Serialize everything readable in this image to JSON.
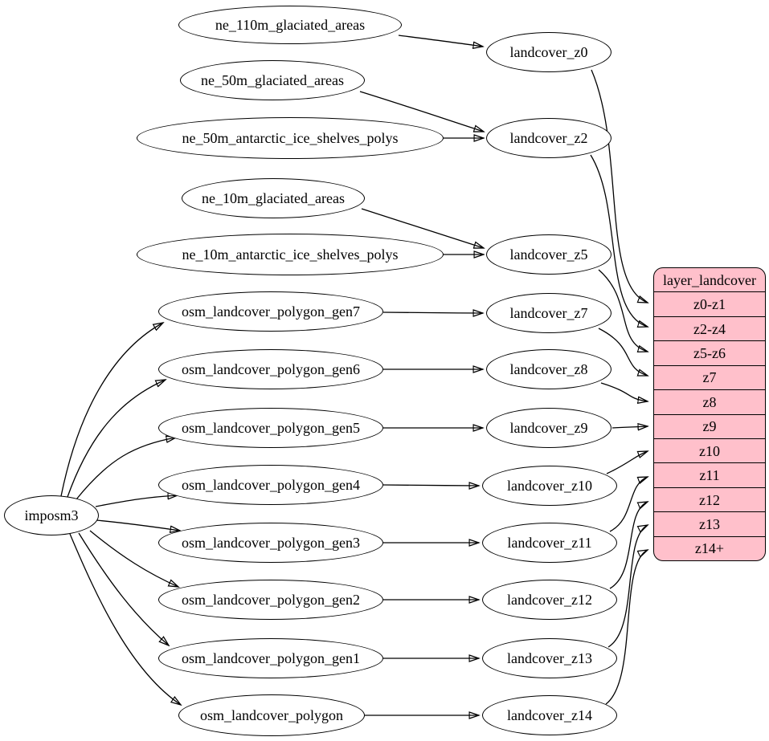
{
  "diagram": {
    "root": {
      "label": "imposm3"
    },
    "sources": [
      {
        "label": "ne_110m_glaciated_areas"
      },
      {
        "label": "ne_50m_glaciated_areas"
      },
      {
        "label": "ne_50m_antarctic_ice_shelves_polys"
      },
      {
        "label": "ne_10m_glaciated_areas"
      },
      {
        "label": "ne_10m_antarctic_ice_shelves_polys"
      },
      {
        "label": "osm_landcover_polygon_gen7"
      },
      {
        "label": "osm_landcover_polygon_gen6"
      },
      {
        "label": "osm_landcover_polygon_gen5"
      },
      {
        "label": "osm_landcover_polygon_gen4"
      },
      {
        "label": "osm_landcover_polygon_gen3"
      },
      {
        "label": "osm_landcover_polygon_gen2"
      },
      {
        "label": "osm_landcover_polygon_gen1"
      },
      {
        "label": "osm_landcover_polygon"
      }
    ],
    "stages": [
      {
        "label": "landcover_z0"
      },
      {
        "label": "landcover_z2"
      },
      {
        "label": "landcover_z5"
      },
      {
        "label": "landcover_z7"
      },
      {
        "label": "landcover_z8"
      },
      {
        "label": "landcover_z9"
      },
      {
        "label": "landcover_z10"
      },
      {
        "label": "landcover_z11"
      },
      {
        "label": "landcover_z12"
      },
      {
        "label": "landcover_z13"
      },
      {
        "label": "landcover_z14"
      }
    ],
    "table": {
      "title": "layer_landcover",
      "rows": [
        "z0-z1",
        "z2-z4",
        "z5-z6",
        "z7",
        "z8",
        "z9",
        "z10",
        "z11",
        "z12",
        "z13",
        "z14+"
      ]
    },
    "edges": [
      {
        "from": "imposm3",
        "to": "osm_landcover_polygon_gen7"
      },
      {
        "from": "imposm3",
        "to": "osm_landcover_polygon_gen6"
      },
      {
        "from": "imposm3",
        "to": "osm_landcover_polygon_gen5"
      },
      {
        "from": "imposm3",
        "to": "osm_landcover_polygon_gen4"
      },
      {
        "from": "imposm3",
        "to": "osm_landcover_polygon_gen3"
      },
      {
        "from": "imposm3",
        "to": "osm_landcover_polygon_gen2"
      },
      {
        "from": "imposm3",
        "to": "osm_landcover_polygon_gen1"
      },
      {
        "from": "imposm3",
        "to": "osm_landcover_polygon"
      },
      {
        "from": "ne_110m_glaciated_areas",
        "to": "landcover_z0"
      },
      {
        "from": "ne_50m_glaciated_areas",
        "to": "landcover_z2"
      },
      {
        "from": "ne_50m_antarctic_ice_shelves_polys",
        "to": "landcover_z2"
      },
      {
        "from": "ne_10m_glaciated_areas",
        "to": "landcover_z5"
      },
      {
        "from": "ne_10m_antarctic_ice_shelves_polys",
        "to": "landcover_z5"
      },
      {
        "from": "osm_landcover_polygon_gen7",
        "to": "landcover_z7"
      },
      {
        "from": "osm_landcover_polygon_gen6",
        "to": "landcover_z8"
      },
      {
        "from": "osm_landcover_polygon_gen5",
        "to": "landcover_z9"
      },
      {
        "from": "osm_landcover_polygon_gen4",
        "to": "landcover_z10"
      },
      {
        "from": "osm_landcover_polygon_gen3",
        "to": "landcover_z11"
      },
      {
        "from": "osm_landcover_polygon_gen2",
        "to": "landcover_z12"
      },
      {
        "from": "osm_landcover_polygon_gen1",
        "to": "landcover_z13"
      },
      {
        "from": "osm_landcover_polygon",
        "to": "landcover_z14"
      },
      {
        "from": "landcover_z0",
        "to": "layer_landcover.z0-z1"
      },
      {
        "from": "landcover_z2",
        "to": "layer_landcover.z2-z4"
      },
      {
        "from": "landcover_z5",
        "to": "layer_landcover.z5-z6"
      },
      {
        "from": "landcover_z7",
        "to": "layer_landcover.z7"
      },
      {
        "from": "landcover_z8",
        "to": "layer_landcover.z8"
      },
      {
        "from": "landcover_z9",
        "to": "layer_landcover.z9"
      },
      {
        "from": "landcover_z10",
        "to": "layer_landcover.z10"
      },
      {
        "from": "landcover_z11",
        "to": "layer_landcover.z11"
      },
      {
        "from": "landcover_z12",
        "to": "layer_landcover.z12"
      },
      {
        "from": "landcover_z13",
        "to": "layer_landcover.z13"
      },
      {
        "from": "landcover_z14",
        "to": "layer_landcover.z14+"
      }
    ],
    "colors": {
      "node_fill": "#ffffff",
      "node_stroke": "#000000",
      "edge_stroke": "#000000",
      "table_fill": "#ffc0cb",
      "background": "#ffffff"
    }
  }
}
